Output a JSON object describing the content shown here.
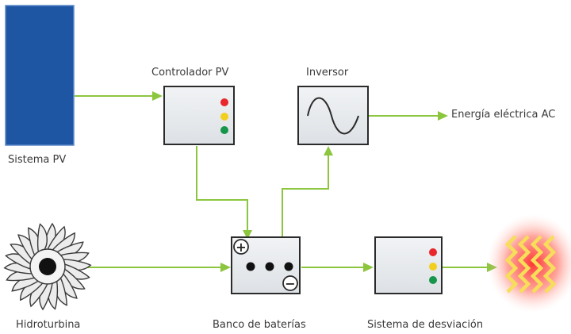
{
  "labels": {
    "pv_system": "Sistema PV",
    "pv_controller": "Controlador PV",
    "inverter": "Inversor",
    "ac_output": "Energía eléctrica AC",
    "hydroturbine": "Hidroturbina",
    "battery_bank": "Banco de baterías",
    "diversion_system": "Sistema de desviación"
  },
  "battery_symbols": {
    "positive": "+",
    "negative": "−"
  },
  "colors": {
    "pv_panel": "#1f56a3",
    "pv_panel_edge": "#3b73c1",
    "arrow": "#8cc63f",
    "box_fill": "#e7eaee",
    "box_border": "#2b2b2b",
    "led_red": "#e8262b",
    "led_yellow": "#f2cf1e",
    "led_green": "#15964a",
    "heater_coil": "#f6de5a",
    "heater_glow": "#ff3a3a"
  },
  "icons": {
    "inverter": "sine-wave-icon",
    "hydroturbine": "turbine-wheel-icon",
    "heater": "zigzag-heater-icon"
  }
}
